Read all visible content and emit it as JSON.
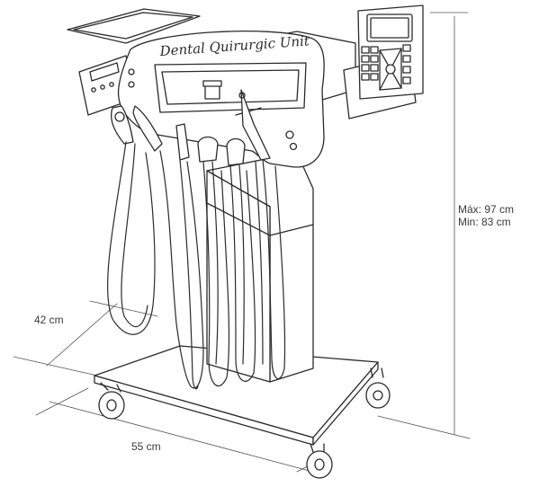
{
  "product": {
    "brand_text": "Dental Quirurgic Unit"
  },
  "dimensions": {
    "depth": "42 cm",
    "width": "55 cm",
    "height_max": "Máx: 97 cm",
    "height_min": "Min: 83 cm"
  },
  "colors": {
    "line": "#2b2b2b",
    "dimension_line": "#555555",
    "fill": "#ffffff"
  },
  "icons": [
    "dental-cart-illustration",
    "control-panel-icon",
    "handpiece-icon"
  ]
}
